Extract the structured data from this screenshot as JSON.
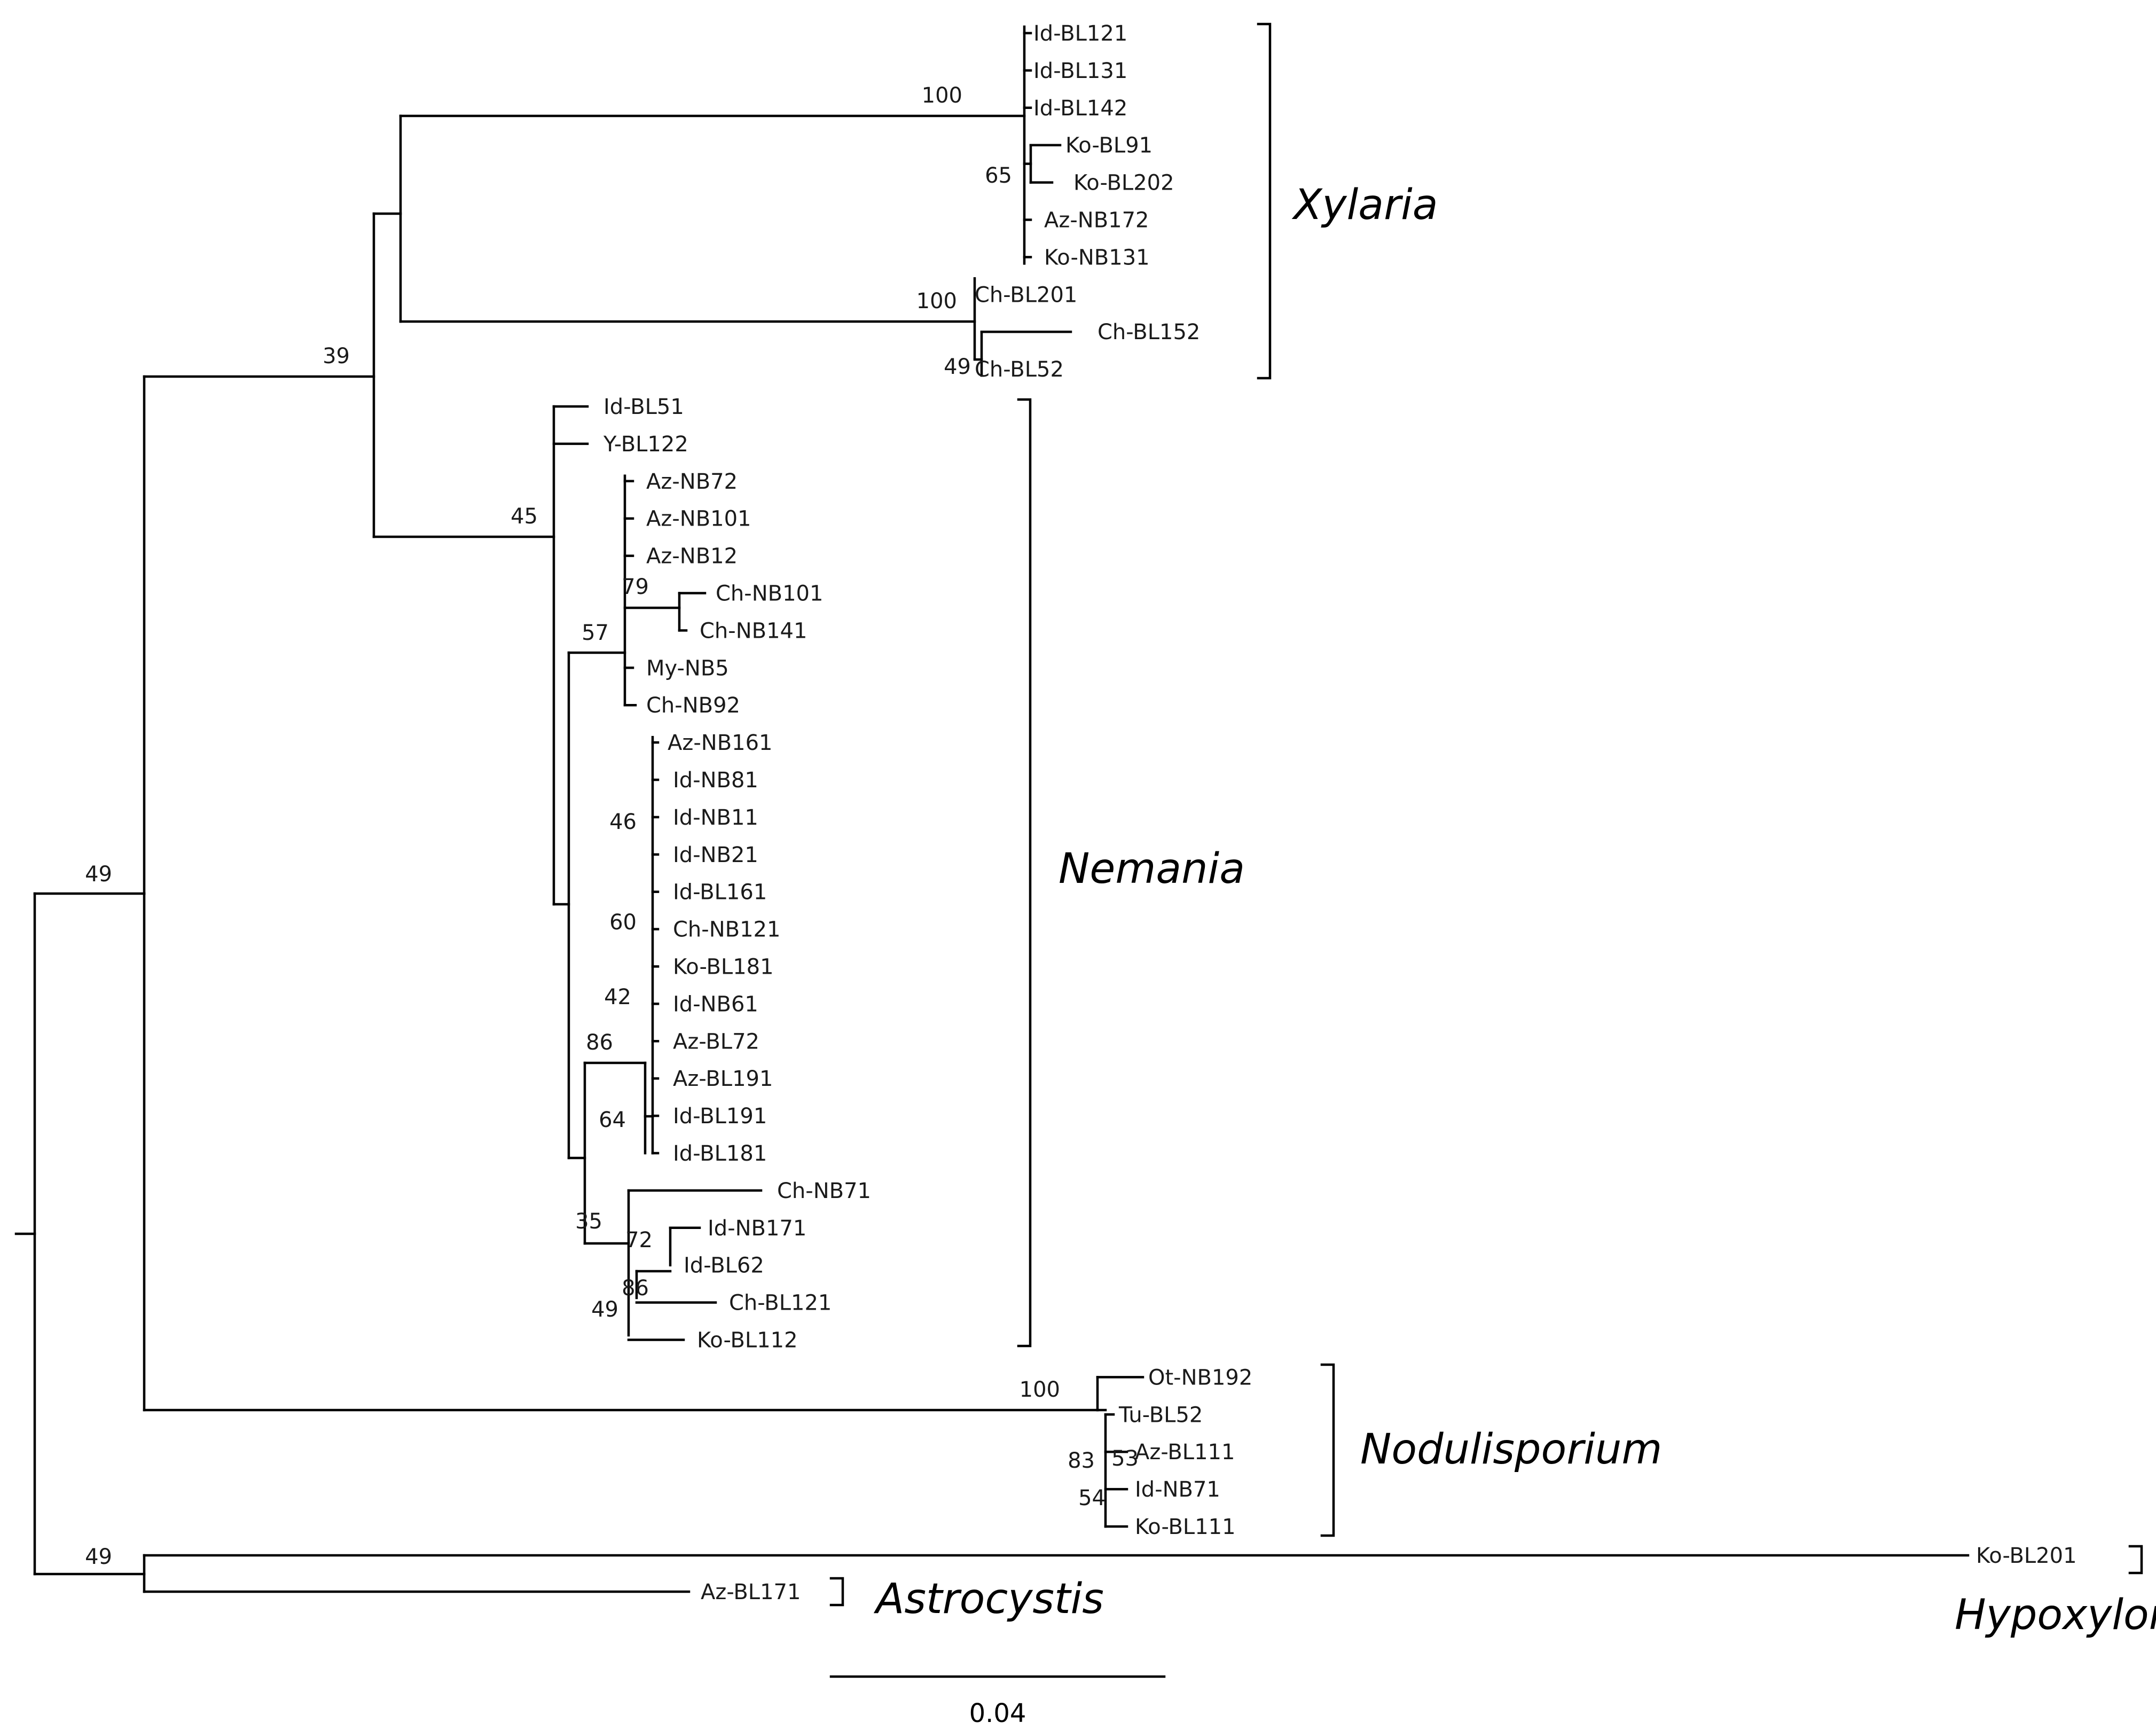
{
  "tree": {
    "scale_bar": {
      "label": "0.04"
    },
    "clades": {
      "xylaria": "Xylaria",
      "nemania": "Nemania",
      "nodulisporium": "Nodulisporium",
      "astrocystis": "Astrocystis",
      "hypoxylon": "Hypoxylon"
    },
    "support_values": {
      "root_main": "49",
      "xylaria_nemania": "39",
      "xylaria_a": "100",
      "xylaria_a_sub": "65",
      "xylaria_b": "100",
      "xylaria_b_sub": "49",
      "nemania": "45",
      "nemania_a": "57",
      "nemania_a_sub": "79",
      "nemania_b": "46",
      "nemania_b_sub1": "60",
      "nemania_b_sub2": "42",
      "nemania_b_sub3": "86",
      "nemania_b_sub4": "64",
      "nemania_c": "35",
      "nemania_c_sub1": "72",
      "nemania_c_sub2": "86",
      "nemania_c_sub3": "49",
      "nodulisporium": "100",
      "nodulisporium_sub1": "83",
      "nodulisporium_sub2": "53",
      "nodulisporium_sub3": "54",
      "basal": "49"
    },
    "taxa": [
      "Id-BL121",
      "Id-BL131",
      "Id-BL142",
      "Ko-BL91",
      "Ko-BL202",
      "Az-NB172",
      "Ko-NB131",
      "Ch-BL201",
      "Ch-BL152",
      "Ch-BL52",
      "Id-BL51",
      "Y-BL122",
      "Az-NB72",
      "Az-NB101",
      "Az-NB12",
      "Ch-NB101",
      "Ch-NB141",
      "My-NB5",
      "Ch-NB92",
      "Az-NB161",
      "Id-NB81",
      "Id-NB11",
      "Id-NB21",
      "Id-BL161",
      "Ch-NB121",
      "Ko-BL181",
      "Id-NB61",
      "Az-BL72",
      "Az-BL191",
      "Id-BL191",
      "Id-BL181",
      "Ch-NB71",
      "Id-NB171",
      "Id-BL62",
      "Ch-BL121",
      "Ko-BL112",
      "Ot-NB192",
      "Tu-BL52",
      "Az-BL111",
      "Id-NB71",
      "Ko-BL111",
      "Ko-BL201",
      "Az-BL171"
    ]
  }
}
